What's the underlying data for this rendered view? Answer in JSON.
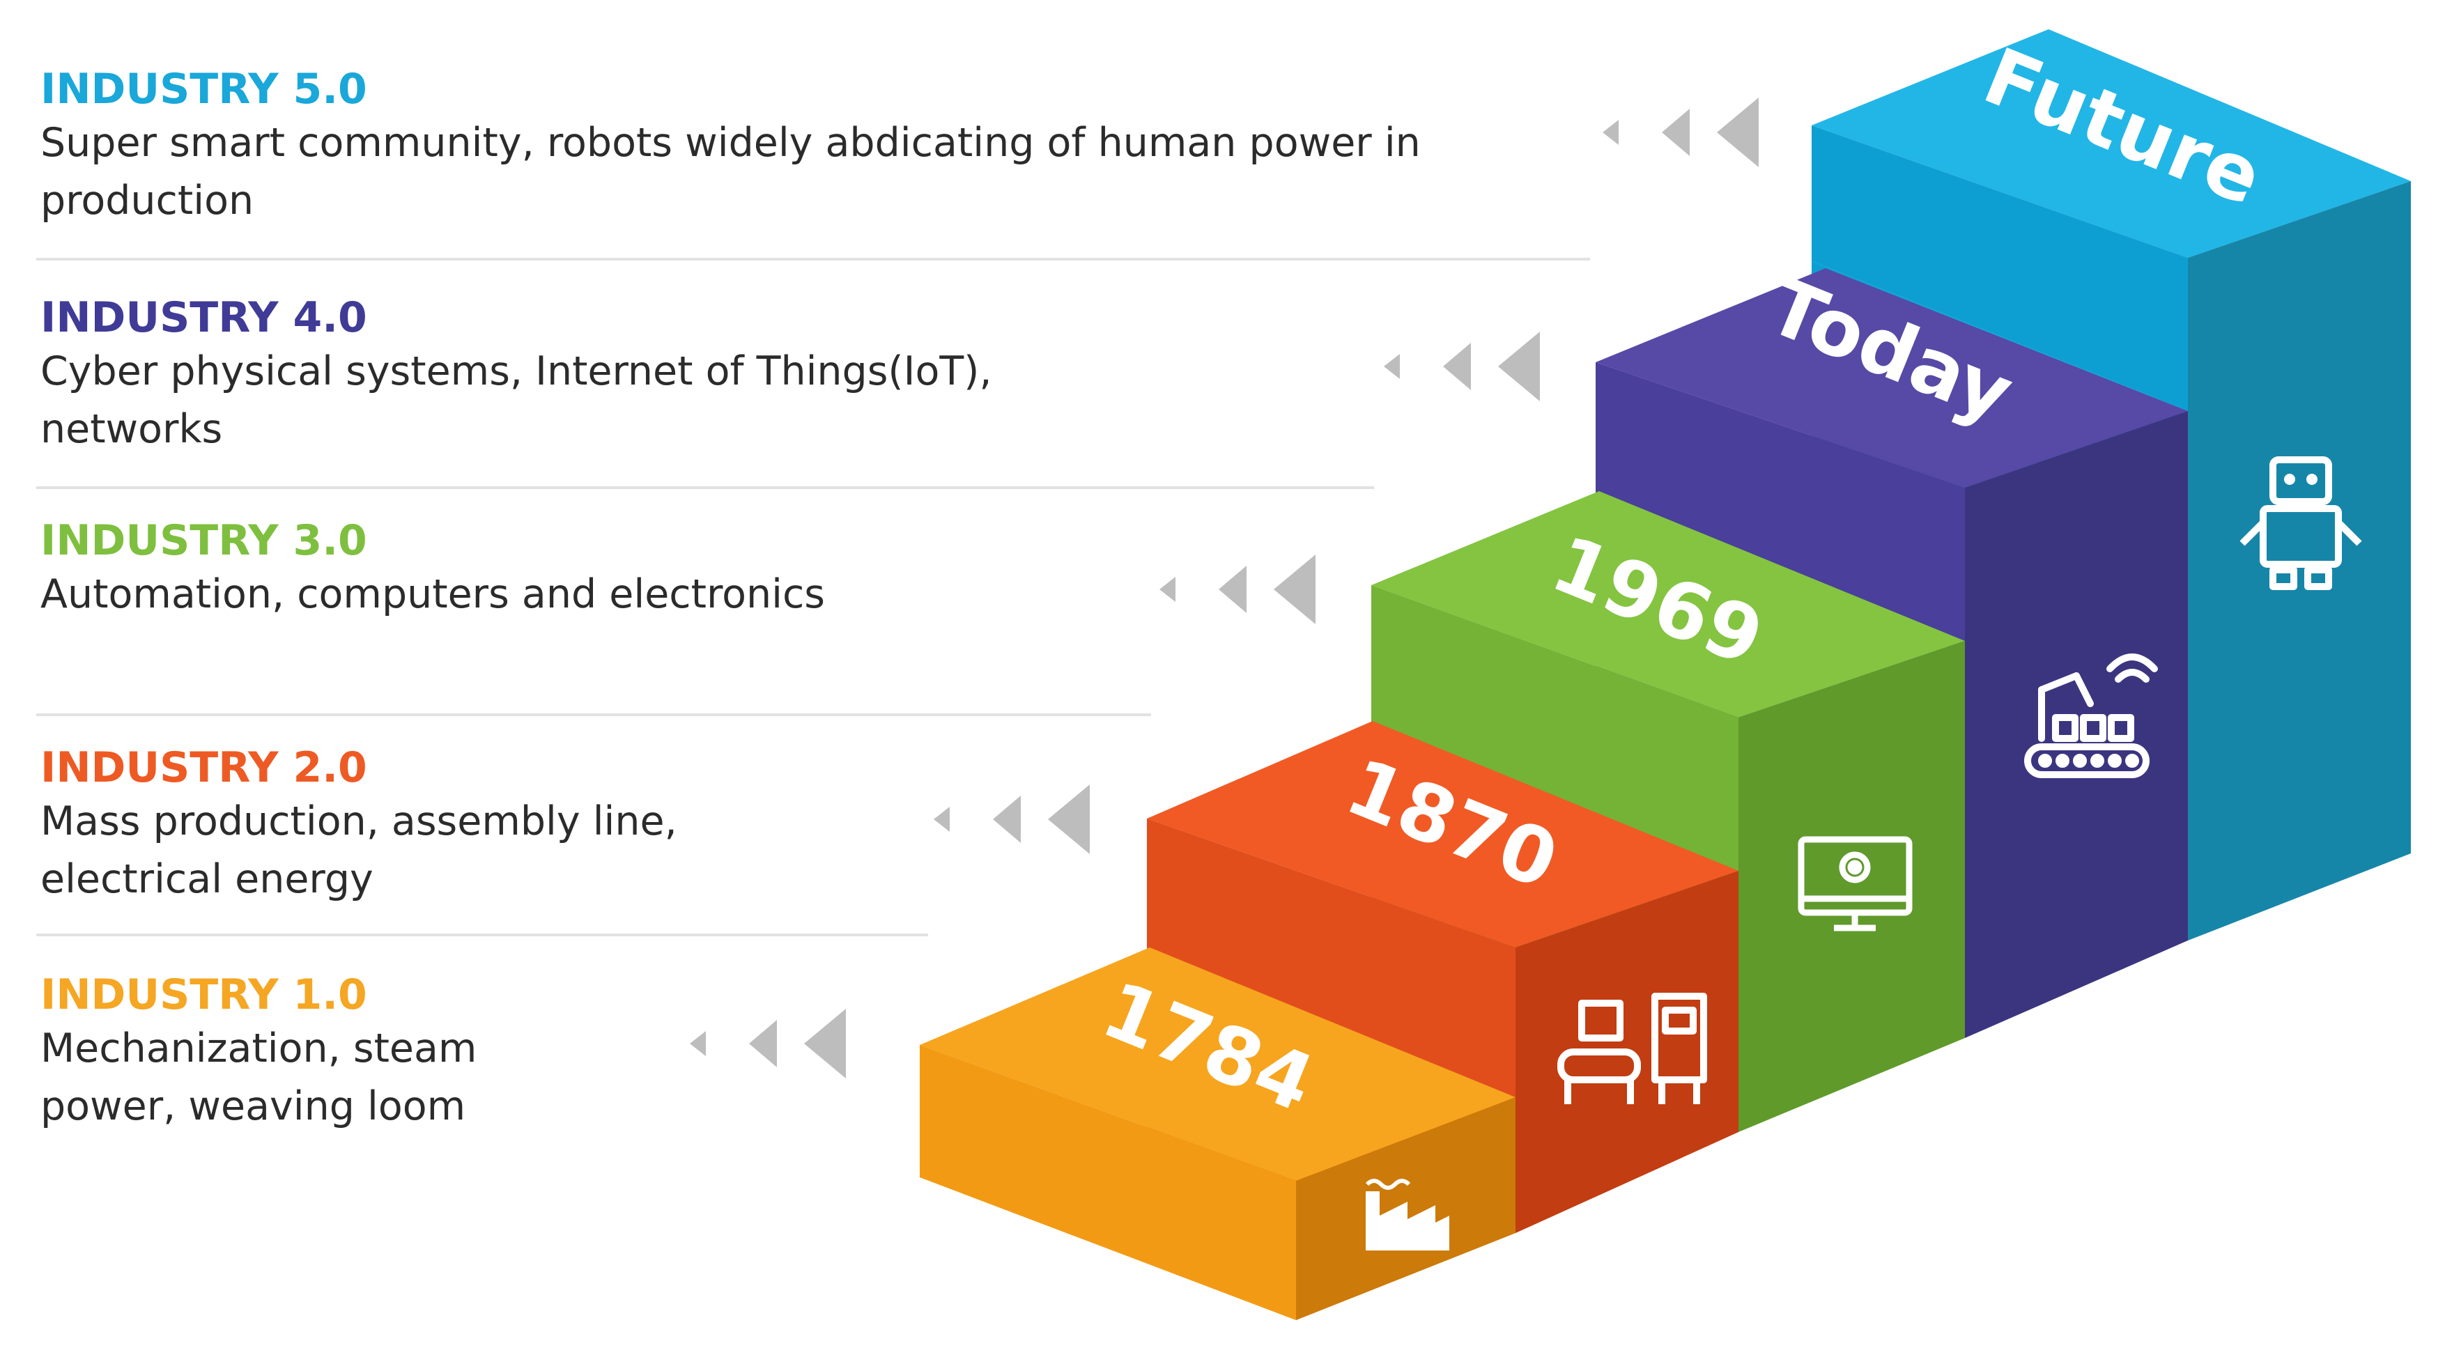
{
  "industries": [
    {
      "title": "INDUSTRY 5.0",
      "description": "Super smart community, robots widely abdicating of human power in production",
      "step_label": "Future",
      "color": "#1aa7d9",
      "icon": "robot-icon"
    },
    {
      "title": "INDUSTRY 4.0",
      "description": "Cyber physical systems, Internet of Things(IoT), networks",
      "step_label": "Today",
      "color": "#3f3b96",
      "icon": "robotic-arm-conveyor-icon"
    },
    {
      "title": "INDUSTRY 3.0",
      "description": "Automation, computers and electronics",
      "step_label": "1969",
      "color": "#7fbf3f",
      "icon": "computer-gear-icon"
    },
    {
      "title": "INDUSTRY 2.0",
      "description": "Mass production, assembly line, electrical energy",
      "step_label": "1870",
      "color": "#ee5a24",
      "icon": "assembly-machines-icon"
    },
    {
      "title": "INDUSTRY 1.0",
      "description": "Mechanization, steam power, weaving loom",
      "step_label": "1784",
      "color": "#f5a623",
      "icon": "factory-icon"
    }
  ],
  "colors": {
    "divider": "#e2e2e2",
    "arrow": "#bdbdbd"
  }
}
